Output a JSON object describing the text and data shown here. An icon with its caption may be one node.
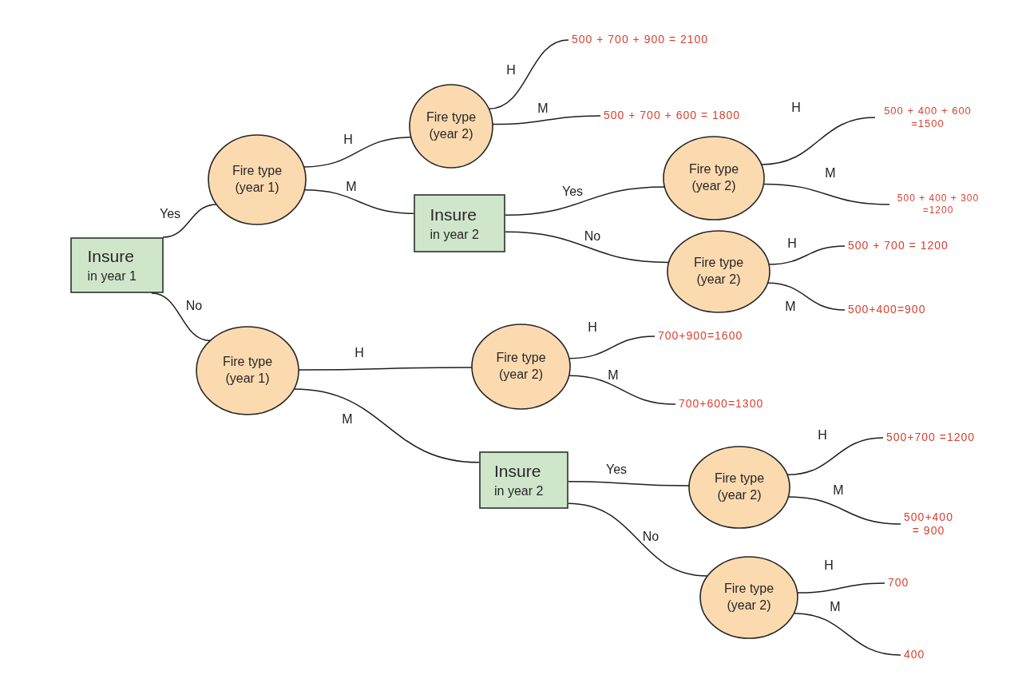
{
  "diagram": {
    "nodes": [
      {
        "text": [
          "Insure in year 1"
        ]
      },
      {
        "text": [
          "Fire type (year 1)"
        ]
      },
      {
        "text": [
          "Fire type (year 1)"
        ]
      },
      {
        "text": [
          "Fire type (year 2)"
        ]
      },
      {
        "text": [
          "Insure in year 2"
        ]
      },
      {
        "text": [
          "Fire type (year 2)"
        ]
      },
      {
        "text": [
          "Fire type (year 2)"
        ]
      },
      {
        "text": [
          "Fire type (year 2)"
        ]
      },
      {
        "text": [
          "Insure in year 2"
        ]
      },
      {
        "text": [
          "Fire type (year 2)"
        ]
      },
      {
        "text": [
          "Fire type (year 2)"
        ]
      },
      {
        "text": [
          "500 + 700 + 900 = 2100"
        ]
      },
      {
        "text": [
          "500 + 700 + 600 = 1800"
        ]
      },
      {
        "text": [
          "500 + 400 + 600 =1500"
        ]
      },
      {
        "text": [
          "500 + 400 + 300 =1200"
        ]
      },
      {
        "text": [
          "500 + 700 = 1200"
        ]
      },
      {
        "text": [
          "500+400=900"
        ]
      },
      {
        "text": [
          "700+900=1600"
        ]
      },
      {
        "text": [
          "700+600=1300"
        ]
      },
      {
        "text": [
          "500+700 =1200"
        ]
      },
      {
        "text": [
          "500+400 = 900"
        ]
      },
      {
        "text": [
          "700"
        ]
      },
      {
        "text": [
          "400"
        ]
      }
    ],
    "edges": [
      {
        "from": 0,
        "to": 1,
        "arrow": "none",
        "label": "Yes"
      },
      {
        "from": 0,
        "to": 2,
        "arrow": "none",
        "label": "No"
      },
      {
        "from": 1,
        "to": 3,
        "arrow": "none",
        "label": "H"
      },
      {
        "from": 1,
        "to": 4,
        "arrow": "none",
        "label": "M"
      },
      {
        "from": 4,
        "to": 5,
        "arrow": "none",
        "label": "Yes"
      },
      {
        "from": 4,
        "to": 6,
        "arrow": "none",
        "label": "No"
      },
      {
        "from": 2,
        "to": 7,
        "arrow": "none",
        "label": "H"
      },
      {
        "from": 2,
        "to": 8,
        "arrow": "none",
        "label": "M"
      },
      {
        "from": 8,
        "to": 9,
        "arrow": "none",
        "label": "Yes"
      },
      {
        "from": 8,
        "to": 10,
        "arrow": "none",
        "label": "No"
      },
      {
        "from": 3,
        "to": 11,
        "arrow": "none",
        "label": "H"
      },
      {
        "from": 3,
        "to": 12,
        "arrow": "none",
        "label": "M"
      },
      {
        "from": 5,
        "to": 13,
        "arrow": "none",
        "label": "H"
      },
      {
        "from": 5,
        "to": 14,
        "arrow": "none",
        "label": "M"
      },
      {
        "from": 6,
        "to": 15,
        "arrow": "none",
        "label": "H"
      },
      {
        "from": 6,
        "to": 16,
        "arrow": "none",
        "label": "M"
      },
      {
        "from": 7,
        "to": 17,
        "arrow": "none",
        "label": "H"
      },
      {
        "from": 7,
        "to": 18,
        "arrow": "none",
        "label": "M"
      },
      {
        "from": 9,
        "to": 19,
        "arrow": "none",
        "label": "H"
      },
      {
        "from": 9,
        "to": 20,
        "arrow": "none",
        "label": "M"
      },
      {
        "from": 10,
        "to": 21,
        "arrow": "none",
        "label": "H"
      },
      {
        "from": 10,
        "to": 22,
        "arrow": "none",
        "label": "M"
      }
    ]
  }
}
